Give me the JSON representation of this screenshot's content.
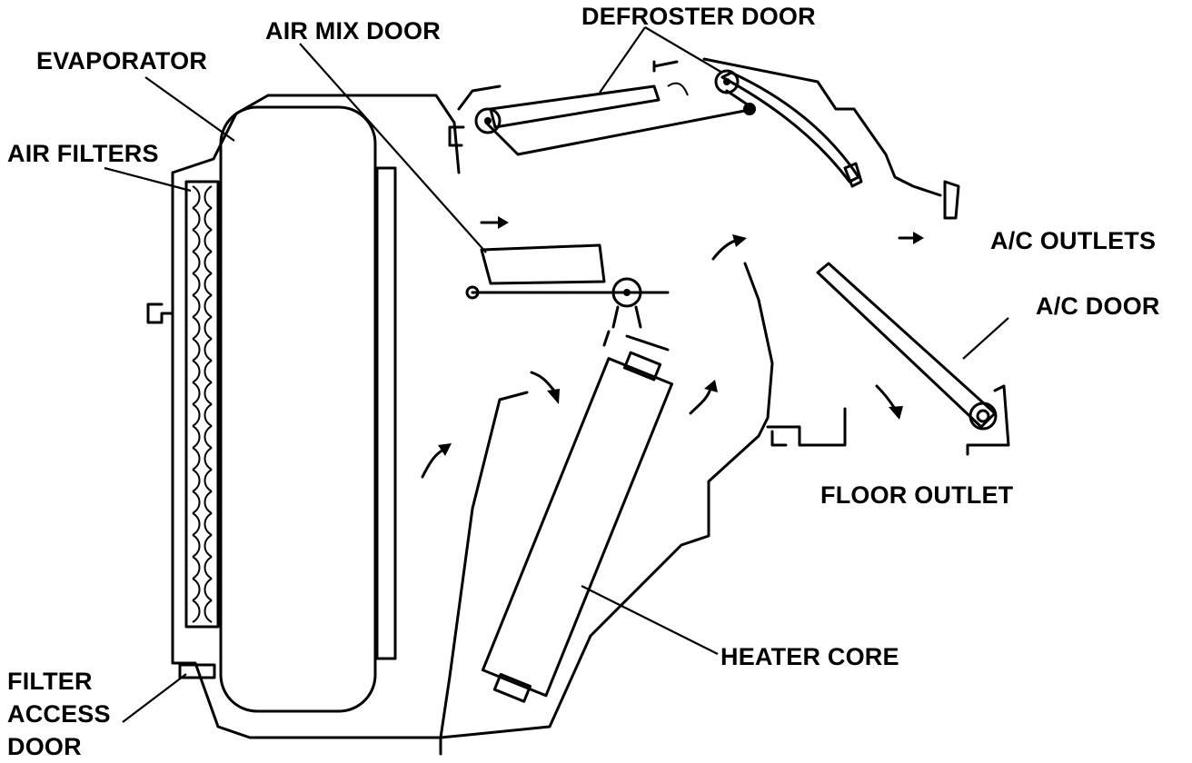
{
  "labels": {
    "evaporator": "EVAPORATOR",
    "air_mix_door": "AIR MIX DOOR",
    "defroster_door": "DEFROSTER DOOR",
    "air_filters": "AIR FILTERS",
    "ac_outlets": "A/C OUTLETS",
    "ac_door": "A/C DOOR",
    "floor_outlet": "FLOOR OUTLET",
    "heater_core": "HEATER CORE",
    "filter_access_door": "FILTER ACCESS DOOR"
  }
}
